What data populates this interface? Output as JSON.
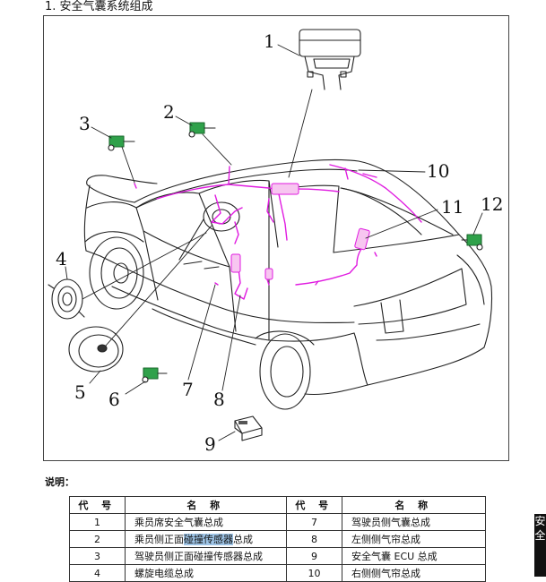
{
  "section_heading": "1. 安全气囊系统组成",
  "figure": {
    "callouts": [
      "1",
      "2",
      "3",
      "4",
      "5",
      "6",
      "7",
      "8",
      "9",
      "10",
      "11",
      "12"
    ]
  },
  "note_label": "说明：",
  "table": {
    "headers": [
      "代 号",
      "名 称",
      "代 号",
      "名 称"
    ],
    "rows": [
      {
        "c1": "1",
        "n1": "乘员席安全气囊总成",
        "c2": "7",
        "n2": "驾驶员侧气囊总成"
      },
      {
        "c1": "2",
        "n1_pre": "乘员侧正面",
        "n1_hl": "碰撞传感器",
        "n1_post": "总成",
        "c2": "8",
        "n2": "左侧侧气帘总成"
      },
      {
        "c1": "3",
        "n1": "驾驶员侧正面碰撞传感器总成",
        "c2": "9",
        "n2": "安全气囊 ECU 总成"
      },
      {
        "c1": "4",
        "n1": "螺旋电缆总成",
        "c2": "10",
        "n2": "右侧侧气帘总成"
      }
    ]
  },
  "side_tab": [
    "安",
    "全"
  ],
  "colors": {
    "harness": "#e01be0",
    "sensor": "#2fa14a",
    "line": "#222"
  }
}
